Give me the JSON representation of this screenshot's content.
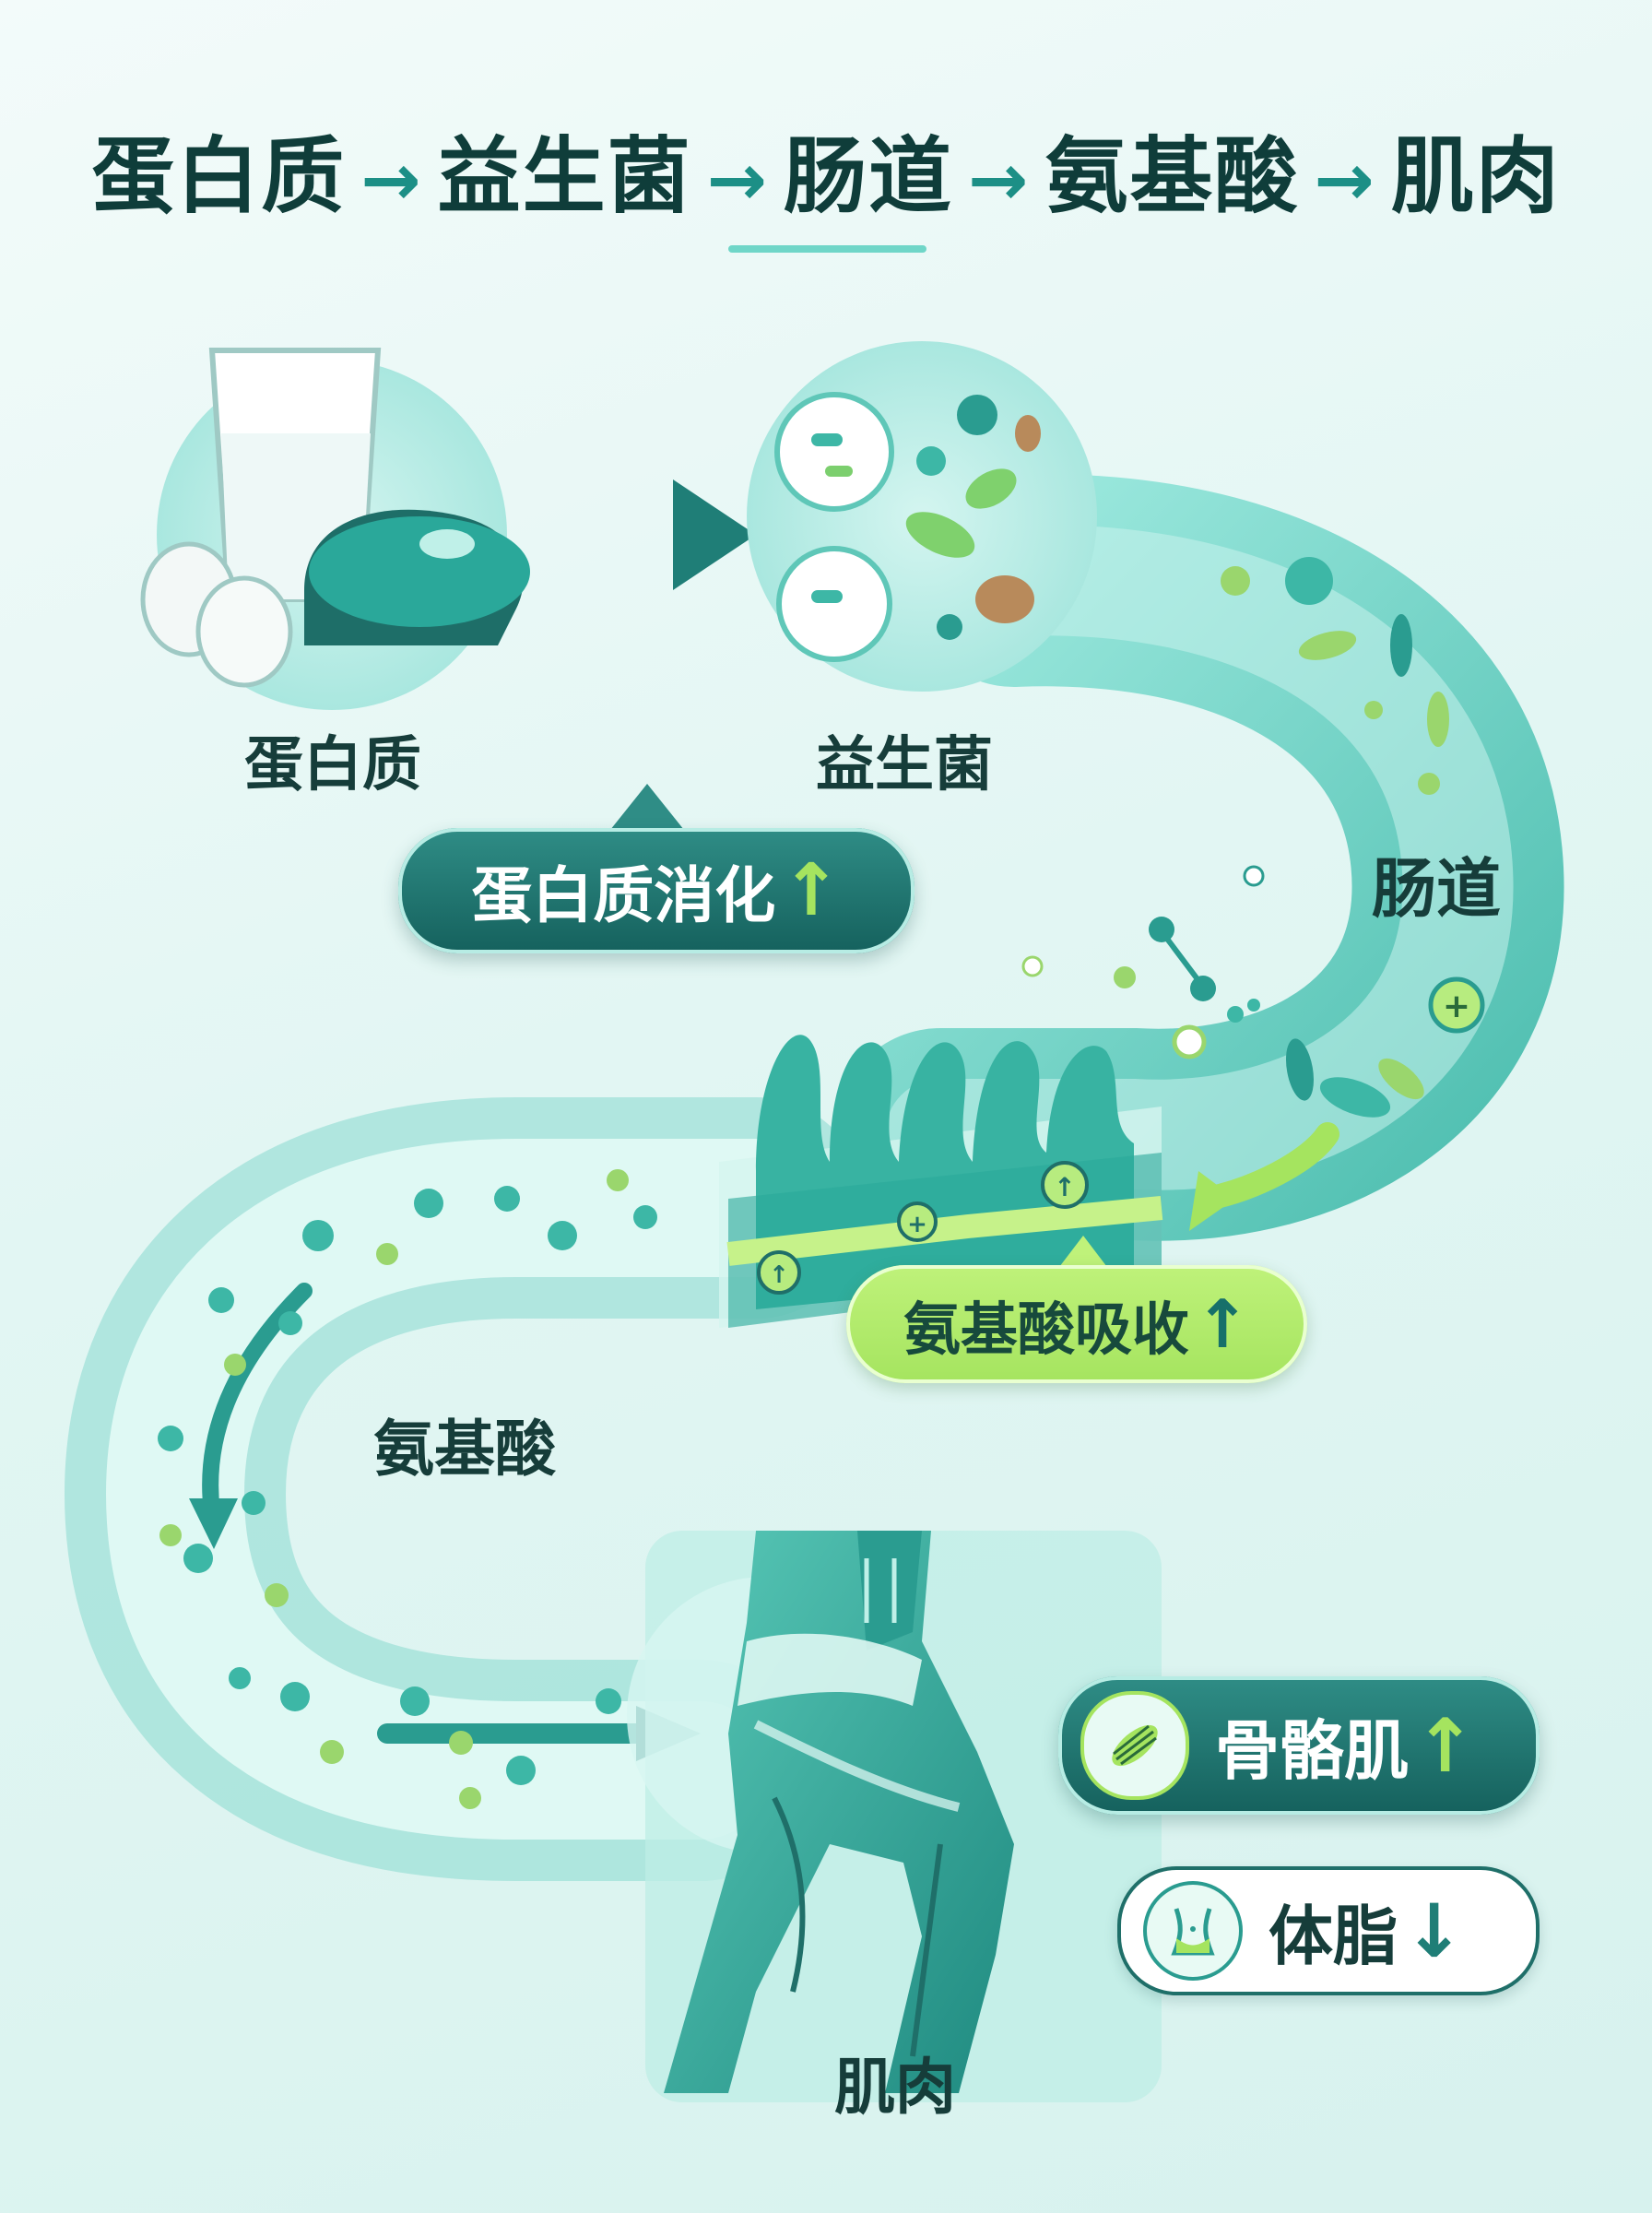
{
  "title": {
    "steps": [
      "蛋白质",
      "益生菌",
      "肠道",
      "氨基酸",
      "肌肉"
    ],
    "arrow": "→"
  },
  "labels": {
    "protein": "蛋白质",
    "probiotic": "益生菌",
    "intestine": "肠道",
    "amino_acid": "氨基酸",
    "muscle": "肌肉"
  },
  "callouts": {
    "protein_digestion": "蛋白质消化",
    "amino_absorption": "氨基酸吸收",
    "skeletal_muscle": "骨骼肌",
    "body_fat": "体脂",
    "up_arrow": "↑",
    "down_arrow": "↓"
  },
  "colors": {
    "dark_teal": "#15615d",
    "teal": "#2aa89a",
    "aqua": "#7fe0d2",
    "lime": "#a5e45f",
    "text_dark": "#163d3a"
  },
  "icons": [
    "milk-glass-icon",
    "egg-icon",
    "steak-icon",
    "probiotic-bacteria-icon",
    "intestinal-villi-icon",
    "amino-acid-molecule-icon",
    "muscle-leg-icon",
    "muscle-fiber-icon",
    "waist-icon"
  ]
}
